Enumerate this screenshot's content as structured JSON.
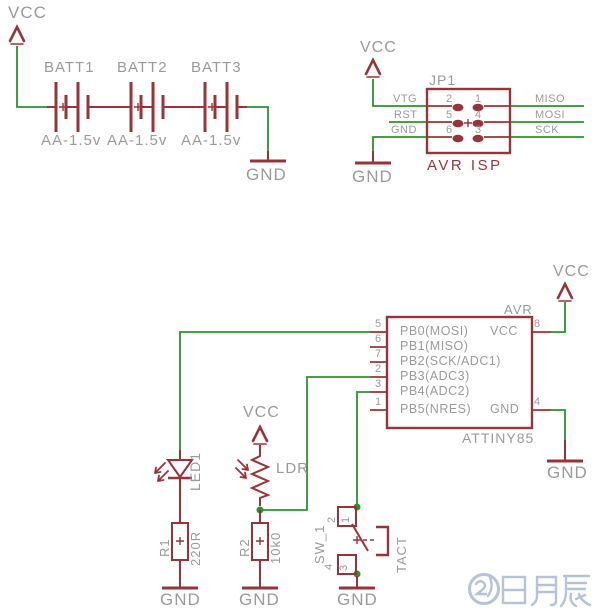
{
  "colors": {
    "net_green": "#2e9130",
    "symbol_red": "#96343a",
    "label_gray": "#9a9a9a",
    "watermark_blue": "#b5c2d8",
    "background": "#ffffff"
  },
  "power": {
    "vcc_label": "VCC",
    "gnd_label": "GND"
  },
  "batteries": {
    "items": [
      {
        "ref": "BATT1",
        "value": "AA-1.5v"
      },
      {
        "ref": "BATT2",
        "value": "AA-1.5v"
      },
      {
        "ref": "BATT3",
        "value": "AA-1.5v"
      }
    ]
  },
  "isp": {
    "ref": "JP1",
    "value": "AVR ISP",
    "rows": [
      {
        "left_label": "VTG",
        "left_num": "2",
        "right_num": "1",
        "right_label": "MISO"
      },
      {
        "left_label": "RST",
        "left_num": "5",
        "right_num": "4",
        "right_label": "MOSI"
      },
      {
        "left_label": "GND",
        "left_num": "6",
        "right_num": "3",
        "right_label": "SCK"
      }
    ]
  },
  "mcu": {
    "name": "AVR",
    "value": "ATTINY85",
    "left_pins": [
      {
        "num": "5",
        "label": "PB0(MOSI)"
      },
      {
        "num": "6",
        "label": "PB1(MISO)"
      },
      {
        "num": "7",
        "label": "PB2(SCK/ADC1)"
      },
      {
        "num": "2",
        "label": "PB3(ADC3)"
      },
      {
        "num": "3",
        "label": "PB4(ADC2)"
      },
      {
        "num": "1",
        "label": "PB5(NRES)"
      }
    ],
    "right_pins": [
      {
        "num": "8",
        "label": "VCC"
      },
      {
        "num": "4",
        "label": "GND"
      }
    ]
  },
  "led": {
    "ref": "LED1"
  },
  "ldr": {
    "label": "LDR"
  },
  "resistors": [
    {
      "ref": "R1",
      "value": "220R"
    },
    {
      "ref": "R2",
      "value": "10k0"
    }
  ],
  "tact_switch": {
    "ref": "SW_1",
    "value": "TACT",
    "pin_nums": {
      "top_left": "2",
      "top_right": "1",
      "bottom_left": "4",
      "bottom_right": "3"
    }
  },
  "watermark": {
    "text": "日月辰"
  }
}
